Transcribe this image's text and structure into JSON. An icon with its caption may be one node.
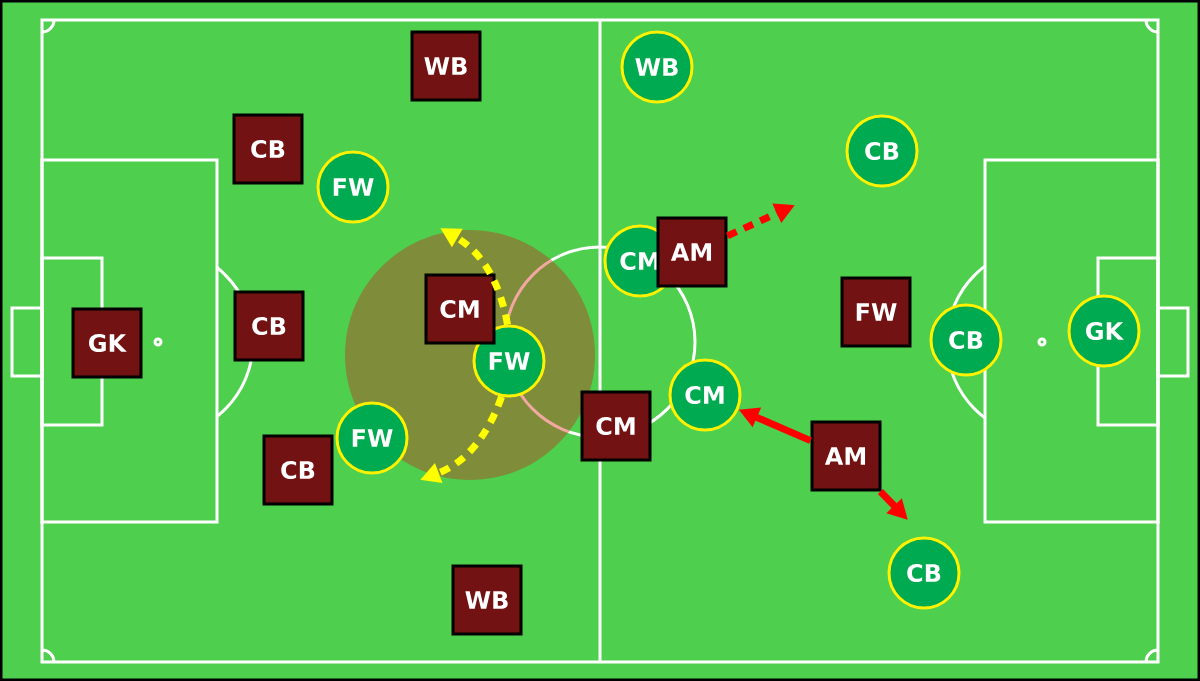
{
  "diagram": {
    "nodes": [
      {
        "text": [
          "WB"
        ]
      },
      {
        "text": [
          "CB"
        ]
      },
      {
        "text": [
          "GK"
        ]
      },
      {
        "text": [
          "CB"
        ]
      },
      {
        "text": [
          "CM"
        ]
      },
      {
        "text": [
          "CB"
        ]
      },
      {
        "text": [
          "WB"
        ]
      },
      {
        "text": [
          "CM"
        ]
      },
      {
        "text": [
          "AM"
        ]
      },
      {
        "text": [
          "FW"
        ]
      },
      {
        "text": [
          "AM"
        ]
      },
      {
        "text": [
          "WB"
        ]
      },
      {
        "text": [
          "FW"
        ]
      },
      {
        "text": [
          "CB"
        ]
      },
      {
        "text": [
          "CM"
        ]
      },
      {
        "text": [
          "FW"
        ]
      },
      {
        "text": [
          "FW"
        ]
      },
      {
        "text": [
          "CM"
        ]
      },
      {
        "text": [
          "CB"
        ]
      },
      {
        "text": [
          "GK"
        ]
      },
      {
        "text": [
          "CB"
        ]
      }
    ],
    "edges": [
      {
        "from": 15,
        "to": null,
        "arrow": "to",
        "style": "dashed",
        "color": "#ffff00"
      },
      {
        "from": 15,
        "to": null,
        "arrow": "to",
        "style": "dashed",
        "color": "#ffff00"
      },
      {
        "from": 8,
        "to": null,
        "arrow": "to",
        "style": "dashed",
        "color": "#ff0000"
      },
      {
        "from": 10,
        "to": 17,
        "arrow": "to",
        "color": "#ff0000"
      },
      {
        "from": 10,
        "to": null,
        "arrow": "to",
        "color": "#ff0000"
      }
    ]
  }
}
